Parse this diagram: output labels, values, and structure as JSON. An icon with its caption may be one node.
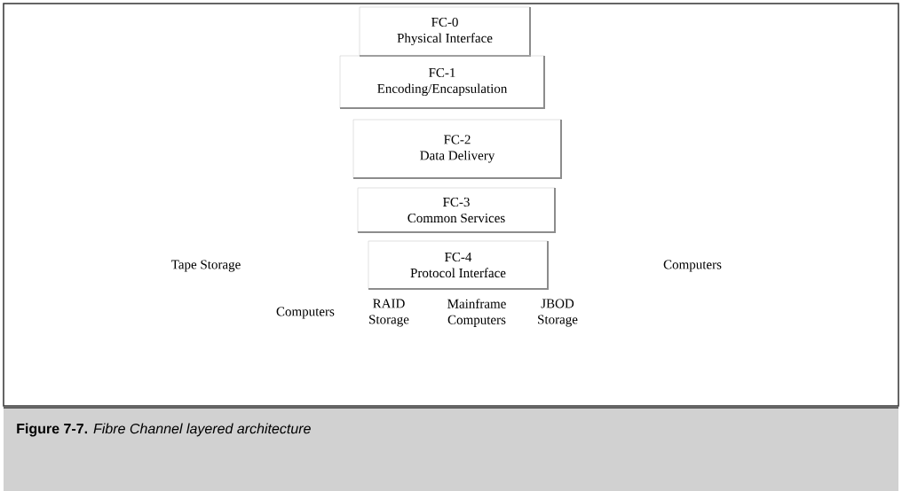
{
  "diagram": {
    "caption": "**Figure 7-7.** *Fibre Channel layered architecture*",
    "nodes": [
      {
        "text": [
          "FC-0",
          "Physical Interface"
        ]
      },
      {
        "text": [
          "FC-1",
          "Encoding/Encapsulation"
        ]
      },
      {
        "text": [
          "FC-2",
          "Data Delivery"
        ]
      },
      {
        "text": [
          "FC-3",
          "Common Services"
        ]
      },
      {
        "text": [
          "FC-4",
          "Protocol Interface"
        ]
      }
    ],
    "labels": [
      "Tape Storage",
      "Computers",
      "Computers",
      "RAID Storage",
      "Mainframe Computers",
      "JBOD Storage"
    ]
  }
}
